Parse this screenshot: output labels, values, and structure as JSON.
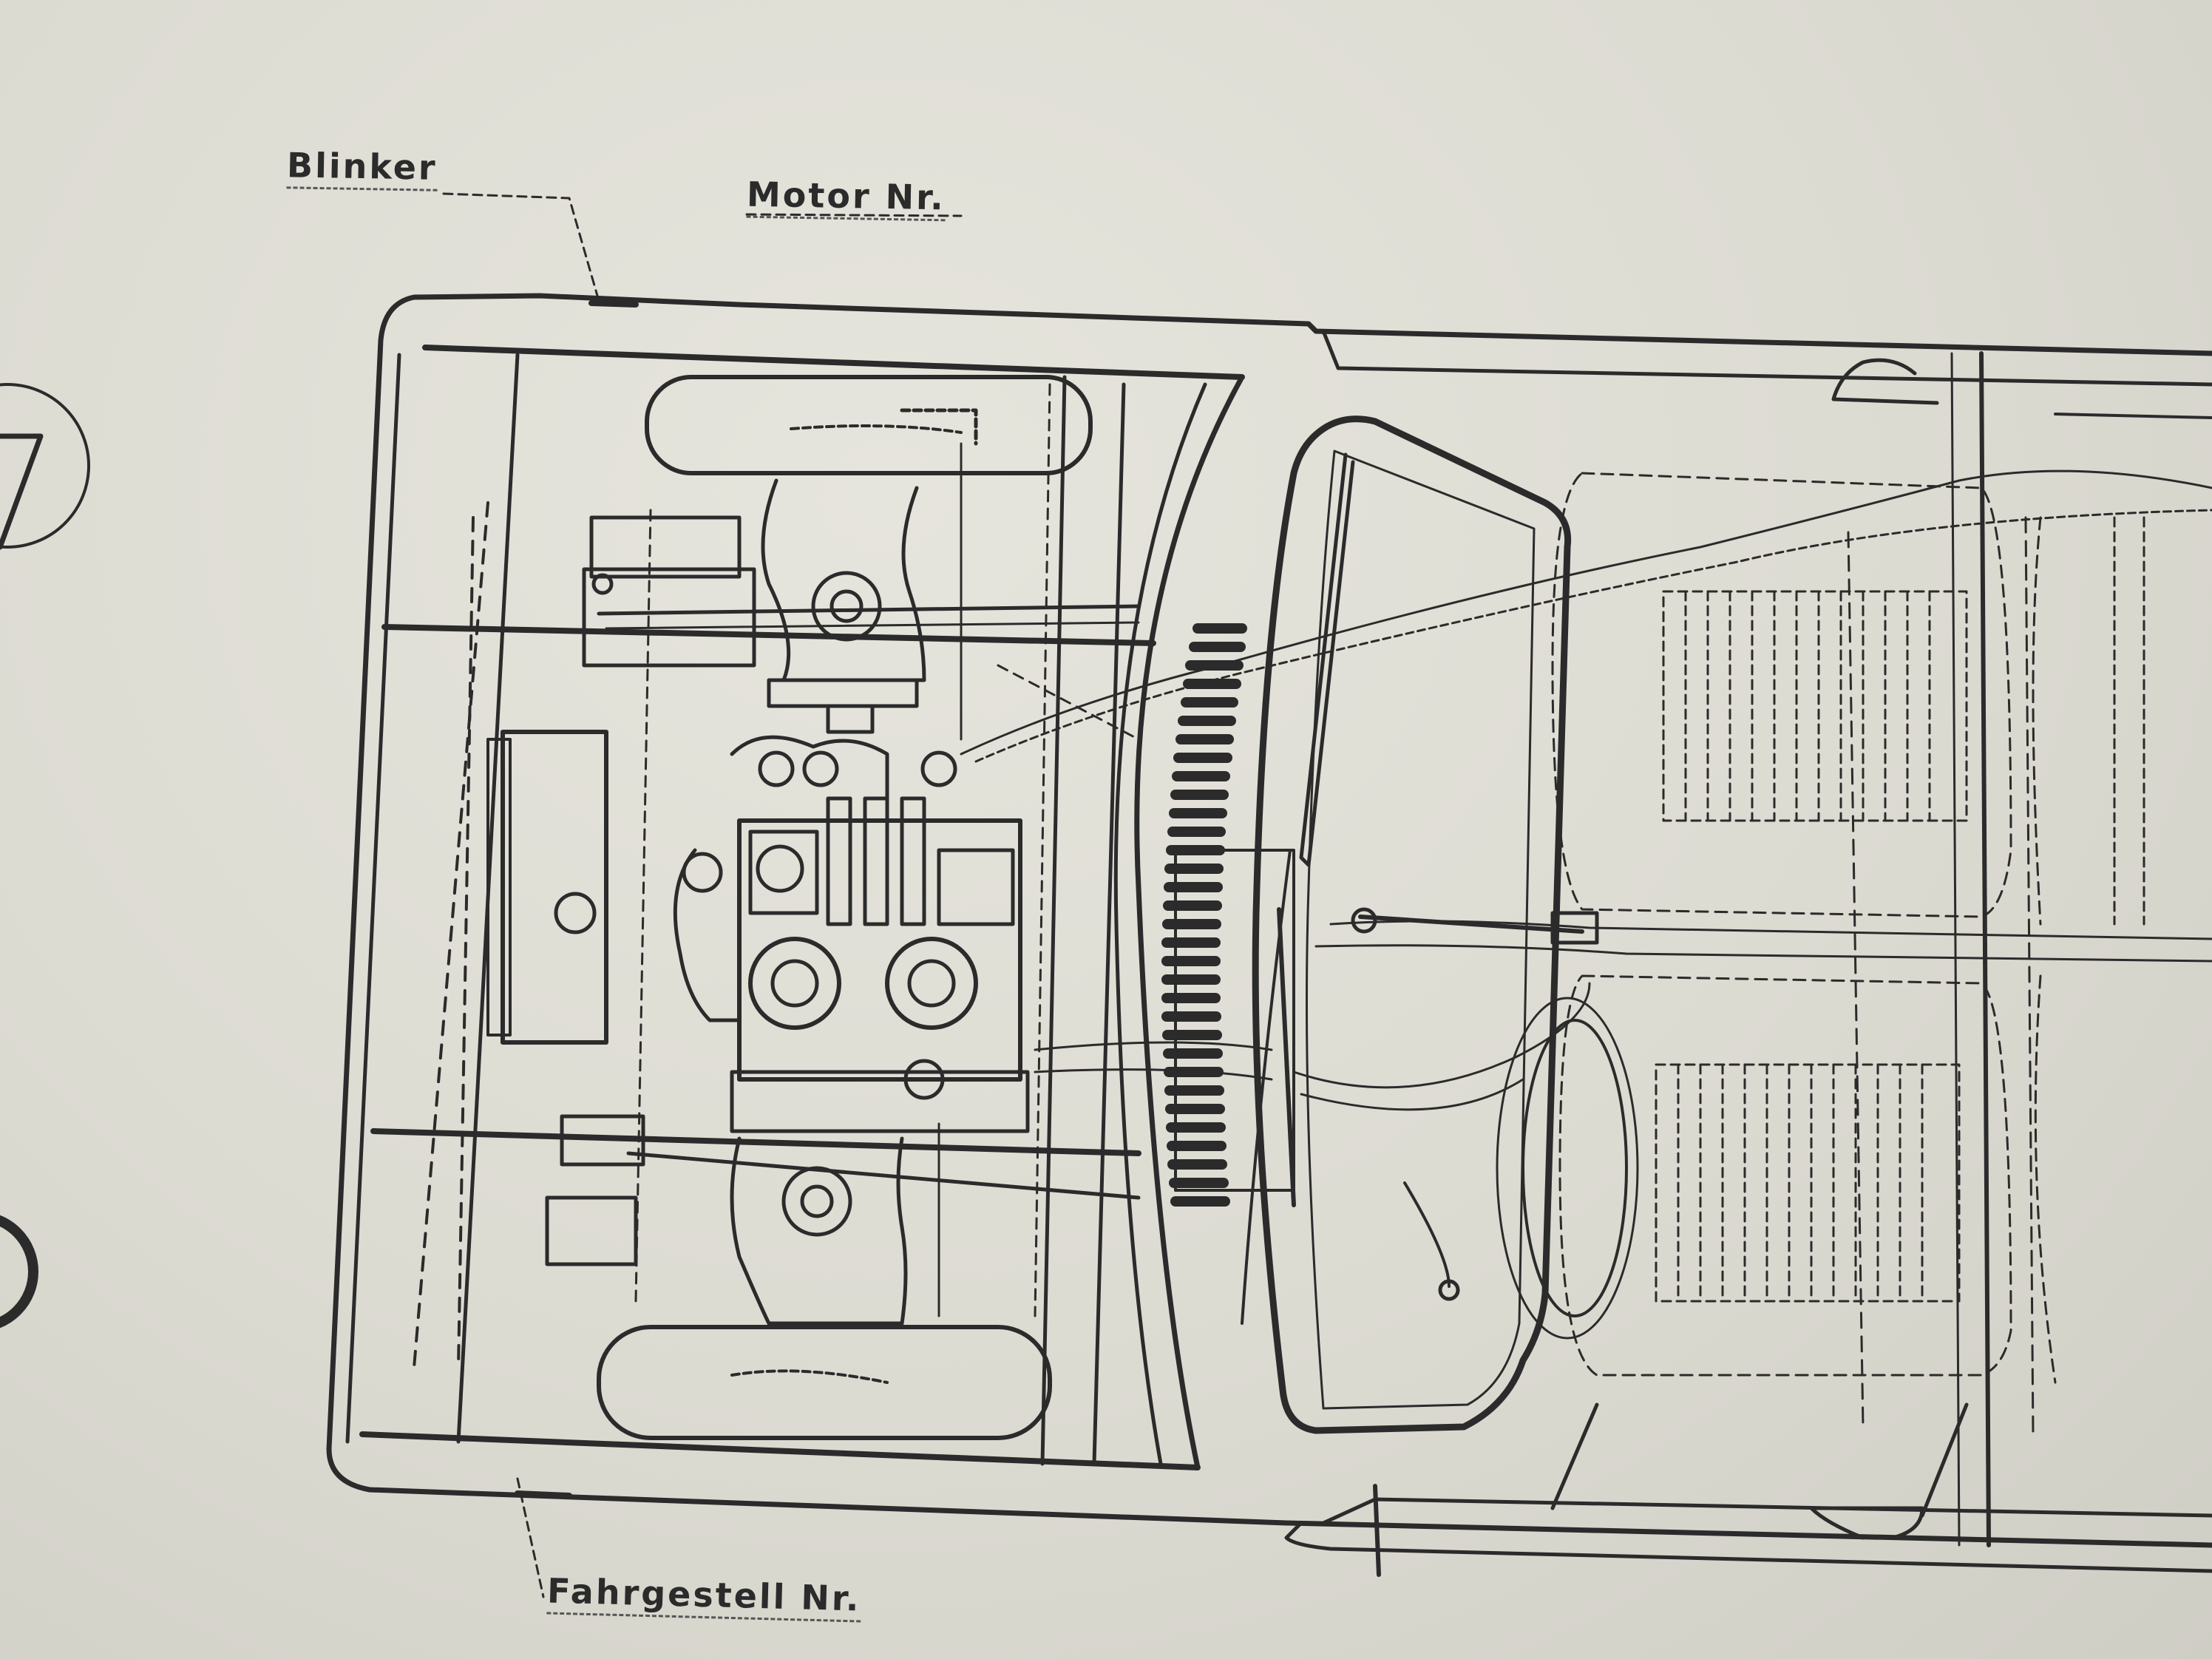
{
  "labels": {
    "blinker": "Blinker",
    "motor_nr": "Motor  Nr.",
    "fahrgestell_nr": "Fahrgestell  Nr."
  },
  "colors": {
    "paper": "#dcdbd2",
    "ink": "#2b2b2b"
  }
}
